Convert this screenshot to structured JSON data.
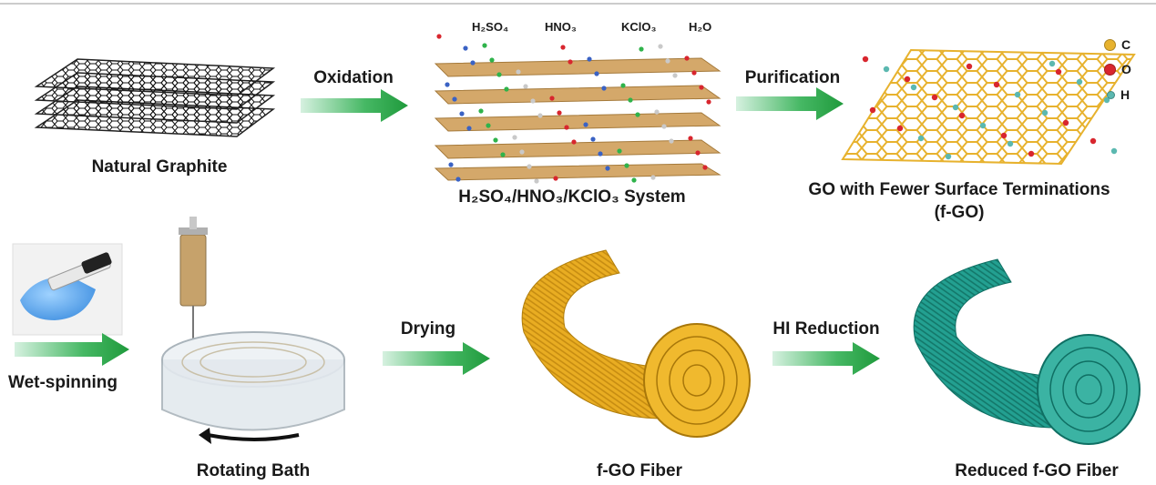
{
  "colors": {
    "arrow_green": "#27a844",
    "arrow_light": "#cfeedd",
    "graphite": "#2a2a2a",
    "carbon": "#e7b22e",
    "oxygen": "#d8262e",
    "hydrogen": "#5bb8b0",
    "fiber_gold": "#e9ad22",
    "fiber_teal": "#1f9a8c"
  },
  "stages": {
    "natural_graphite": "Natural Graphite",
    "acid_system": "H₂SO₄/HNO₃/KClO₃ System",
    "go_title_line1": "GO with Fewer Surface Terminations",
    "go_title_line2": "(f-GO)",
    "rotating_bath": "Rotating Bath",
    "fgo_fiber": "f-GO Fiber",
    "reduced_fiber": "Reduced f-GO Fiber"
  },
  "steps": {
    "oxidation": "Oxidation",
    "purification": "Purification",
    "wet_spinning": "Wet-spinning",
    "drying": "Drying",
    "hi_reduction": "HI Reduction"
  },
  "molecules": [
    "H₂SO₄",
    "HNO₃",
    "KClO₃",
    "H₂O"
  ],
  "legend": [
    {
      "label": "C",
      "color": "#e7b22e"
    },
    {
      "label": "O",
      "color": "#d8262e"
    },
    {
      "label": "H",
      "color": "#5bb8b0"
    }
  ]
}
